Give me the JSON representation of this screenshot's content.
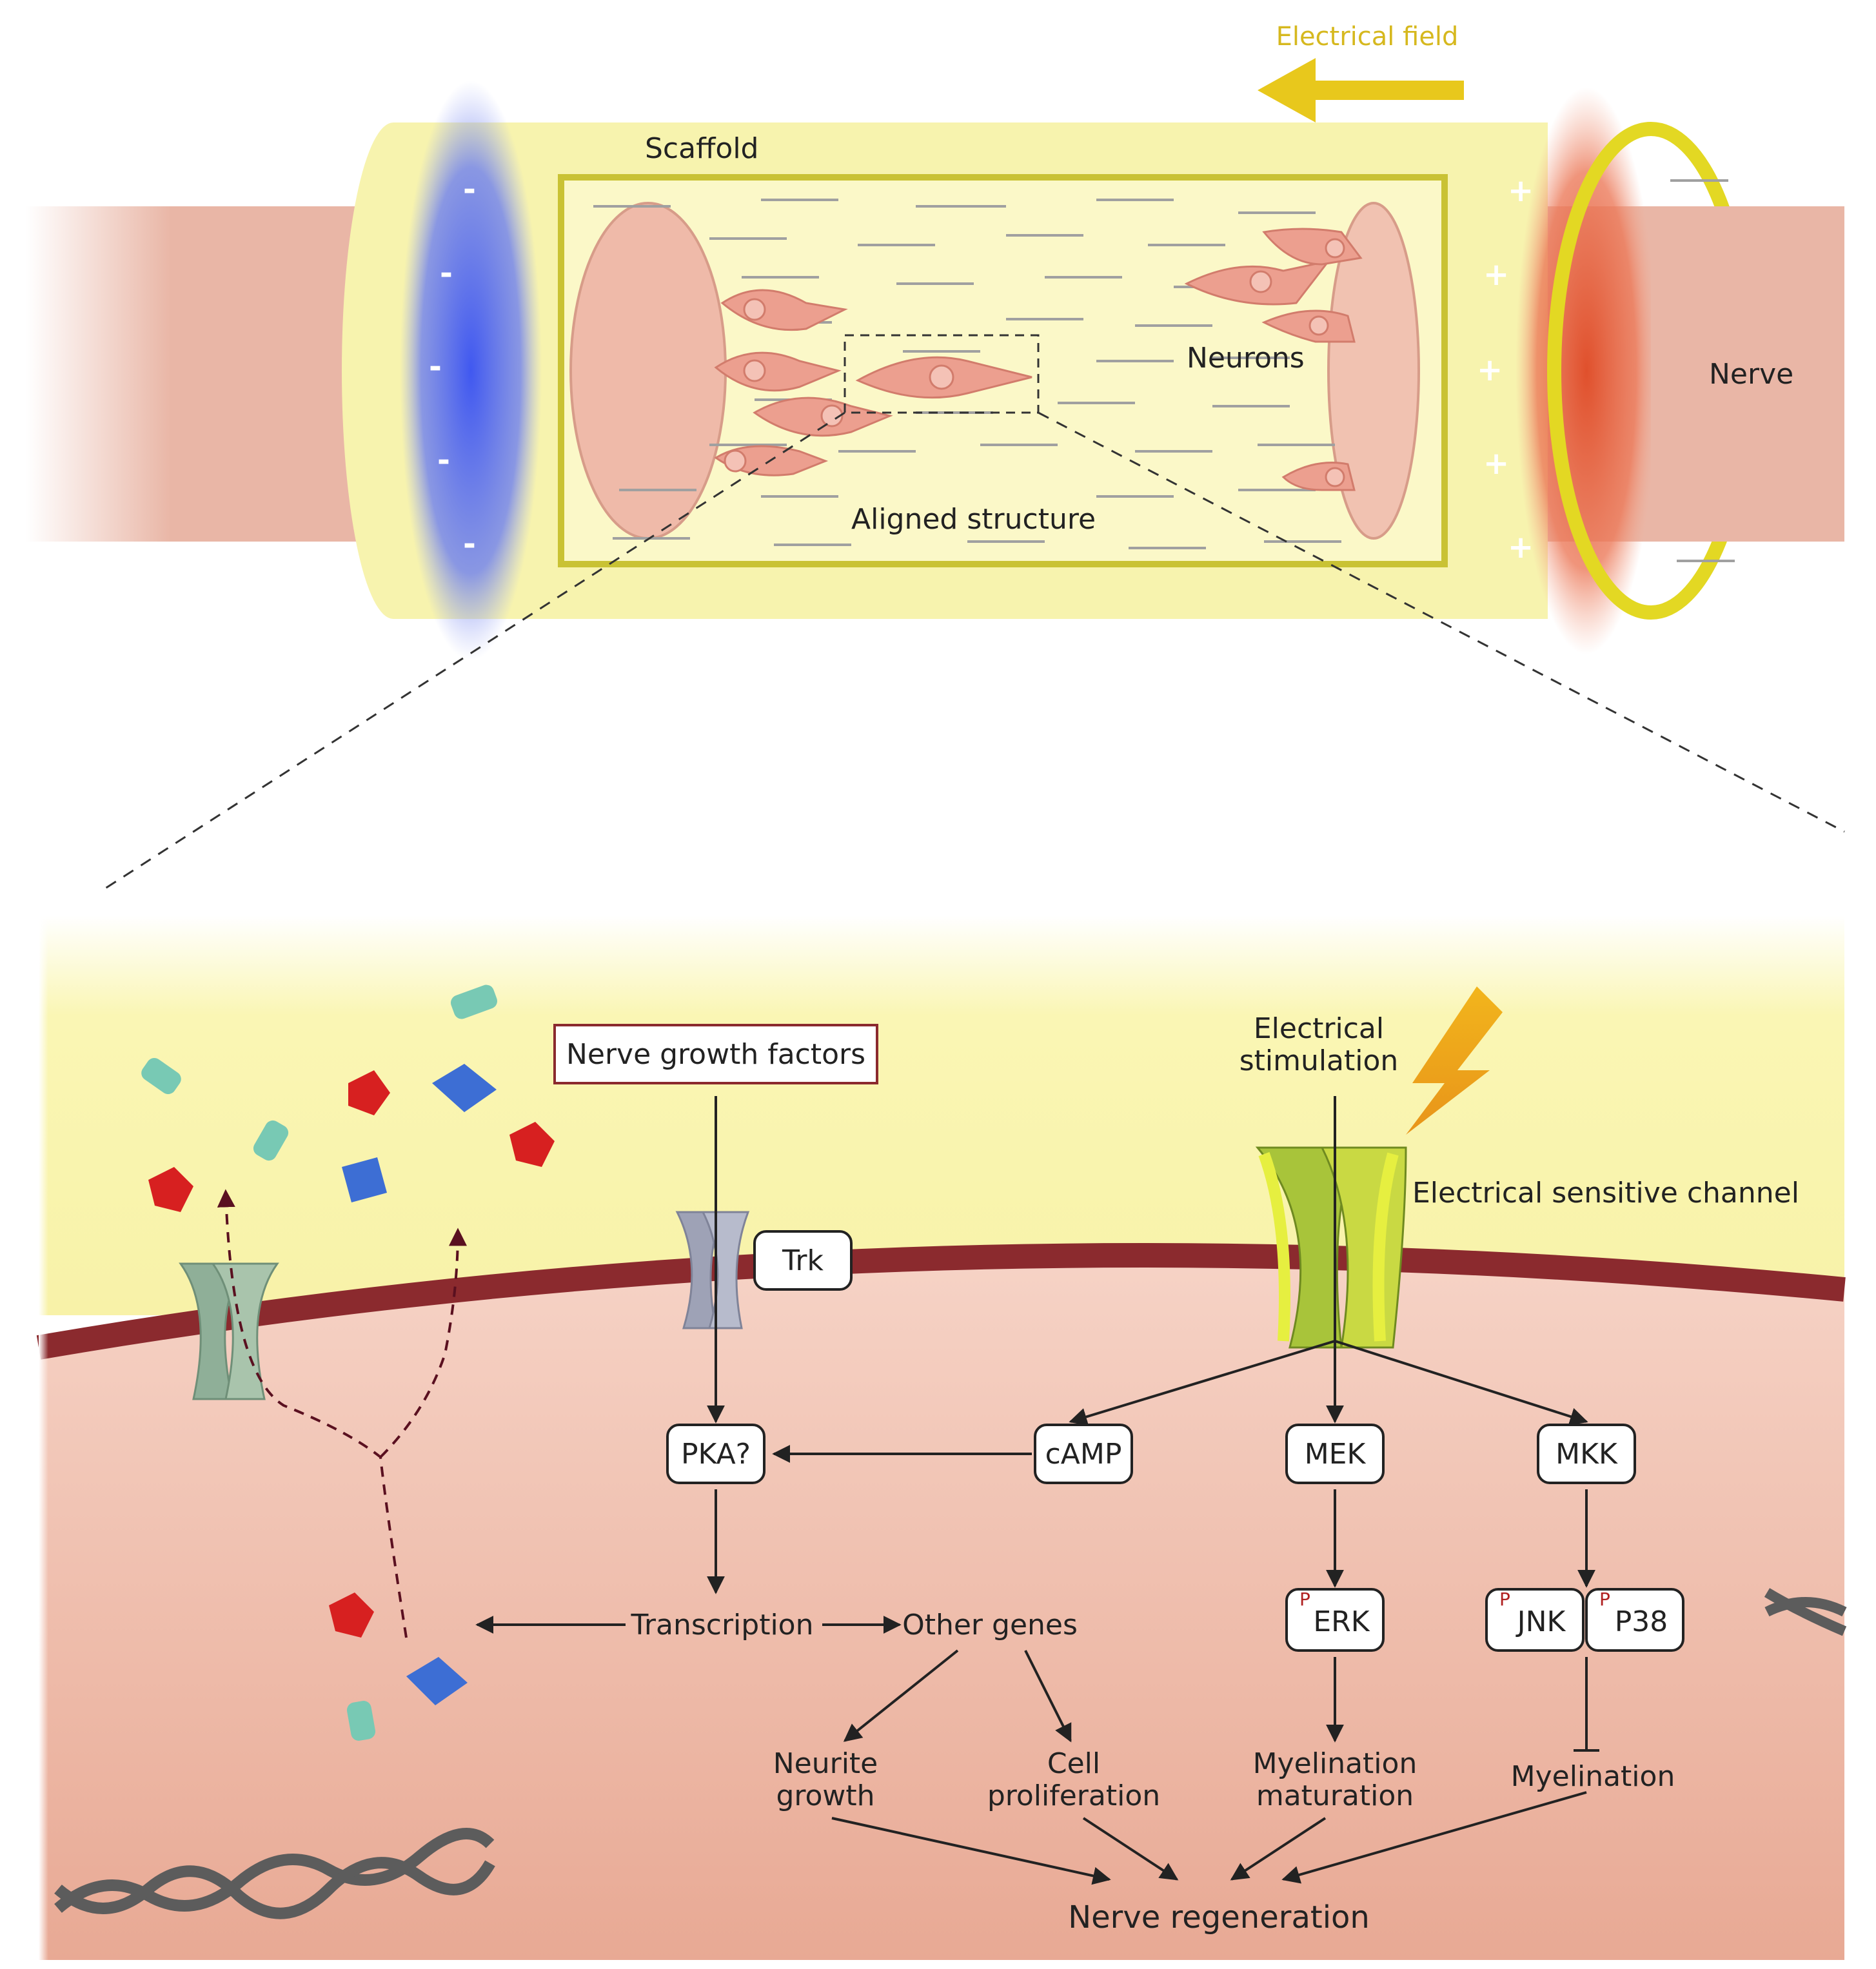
{
  "top_scaffold": {
    "electrical_field_label": "Electrical field",
    "scaffold_label": "Scaffold",
    "neurons_label": "Neurons",
    "nerve_label": "Nerve",
    "aligned_label": "Aligned structure",
    "minus_sign": "-",
    "plus_sign": "+"
  },
  "pathway": {
    "ngf": "Nerve growth factors",
    "trk": "Trk",
    "electrical_stimulation_line1": "Electrical",
    "electrical_stimulation_line2": "stimulation",
    "channel": "Electrical sensitive channel",
    "camp": "cAMP",
    "pka": "PKA?",
    "mek": "MEK",
    "mkk": "MKK",
    "transcription": "Transcription",
    "other_genes": "Other genes",
    "erk_prefix": "P",
    "erk": "ERK",
    "jnk_prefix": "P",
    "jnk": "JNK",
    "p38_prefix": "P",
    "p38": "P38",
    "neurite_line1": "Neurite",
    "neurite_line2": "growth",
    "cell_line1": "Cell",
    "cell_line2": "proliferation",
    "myelin_mat_line1": "Myelination",
    "myelin_mat_line2": "maturation",
    "myelination": "Myelination",
    "nerve_regeneration": "Nerve regeneration"
  },
  "colors": {
    "scaffold_yellow": "#f7f3a6",
    "nerve_pink": "#e8b0a2",
    "cell_pink": "#f0c6b8",
    "membrane": "#8b2a2e",
    "negative_pole": "#5a6ee8",
    "positive_pole": "#e8674a",
    "field_arrow": "#e8c81c"
  }
}
